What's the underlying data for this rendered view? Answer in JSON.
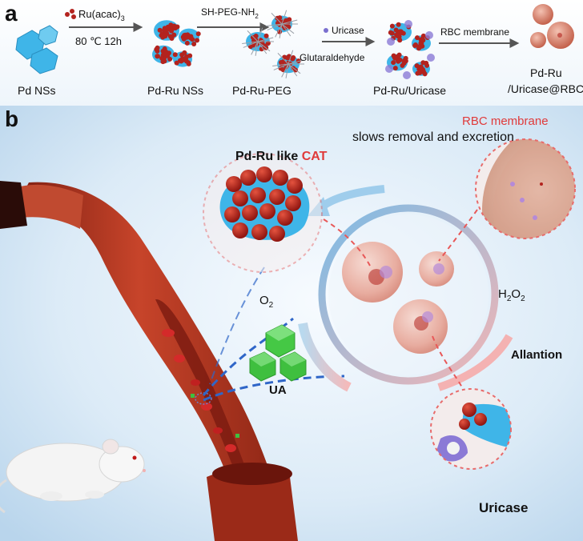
{
  "panel_a": {
    "letter": "a",
    "pd_ns_label": "Pd NSs",
    "reagent_1": "Ru(acac)",
    "reagent_1_sub": "3",
    "condition_1": "80 ℃ 12h",
    "pd_ru_label": "Pd-Ru NSs",
    "reagent_2": "SH-PEG-NH",
    "reagent_2_sub": "2",
    "glutaraldehyde_label": "Glutaraldehyde",
    "pd_ru_peg_label": "Pd-Ru-PEG",
    "reagent_3": "Uricase",
    "pd_ru_uricase_label": "Pd-Ru/Uricase",
    "reagent_4": "RBC membrane",
    "final_label_line1": "Pd-Ru",
    "final_label_line2": "/Uricase@RBC"
  },
  "panel_b": {
    "letter": "b",
    "pdru_label_a": "Pd-Ru  like ",
    "pdru_label_b": "CAT",
    "rbc_label": "RBC membrane",
    "rbc_sub": "slows removal and excretion",
    "o2_label": "O",
    "o2_sub": "2",
    "h2o2_label": "H",
    "h2o2_sub1": "2",
    "h2o2_mid": "O",
    "h2o2_sub2": "2",
    "ua_label": "UA",
    "allantion_label": "Allantion",
    "uricase_label": "Uricase"
  },
  "colors": {
    "pd_blue": "#3fb5e8",
    "ru_red": "#b3231e",
    "vessel": "#b83a22",
    "label_red": "#e03a3a",
    "ua_green": "#3fbf3f"
  }
}
